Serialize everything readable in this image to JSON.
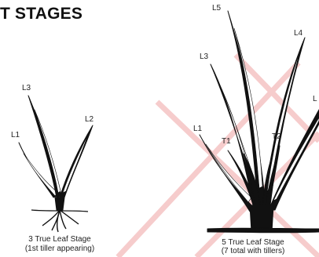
{
  "heading": "T STAGES",
  "plant_left": {
    "caption_line1": "3 True Leaf Stage",
    "caption_line2": "(1st tiller appearing)",
    "leaf_labels": [
      "L1",
      "L2",
      "L3"
    ]
  },
  "plant_right": {
    "caption_line1": "5 True Leaf Stage",
    "caption_line2": "(7 total with tillers)",
    "leaf_labels": [
      "L1",
      "L3",
      "L4",
      "L5",
      "L"
    ],
    "tiller_labels": [
      "T1",
      "T2"
    ]
  },
  "colors": {
    "ink": "#111111",
    "watermark": "#f4c9c9"
  }
}
